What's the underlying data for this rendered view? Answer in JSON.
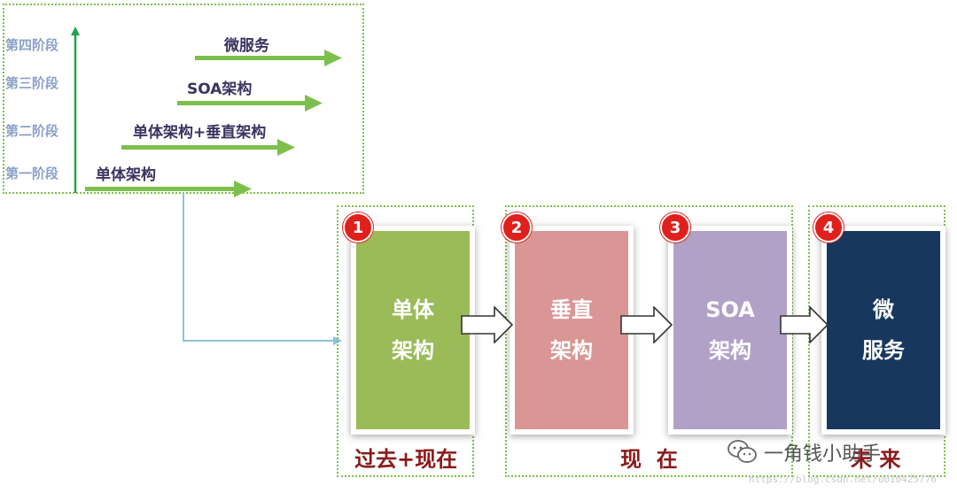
{
  "timeline": {
    "stages": [
      "第四阶段",
      "第三阶段",
      "第二阶段",
      "第一阶段"
    ],
    "architectures": [
      "微服务",
      "SOA架构",
      "单体架构+垂直架构",
      "单体架构"
    ]
  },
  "cards": [
    {
      "number": "1",
      "text": "单体\n架构",
      "color": "#9bbb59"
    },
    {
      "number": "2",
      "text": "垂直\n架构",
      "color": "#d99694"
    },
    {
      "number": "3",
      "text": "SOA\n架构",
      "color": "#b2a1c7"
    },
    {
      "number": "4",
      "text": "微\n服务",
      "color": "#17375e"
    }
  ],
  "captions": {
    "past_present": "过去+现在",
    "present": "现  在",
    "future": "未 来"
  },
  "watermark": {
    "account": "一角钱小助手",
    "url": "https://blog.csdn.net/u010425776"
  },
  "colors": {
    "green_arrow": "#7cc04b",
    "axis": "#22a34a",
    "connector": "#8ec3d8",
    "badge": "#e0201c"
  }
}
